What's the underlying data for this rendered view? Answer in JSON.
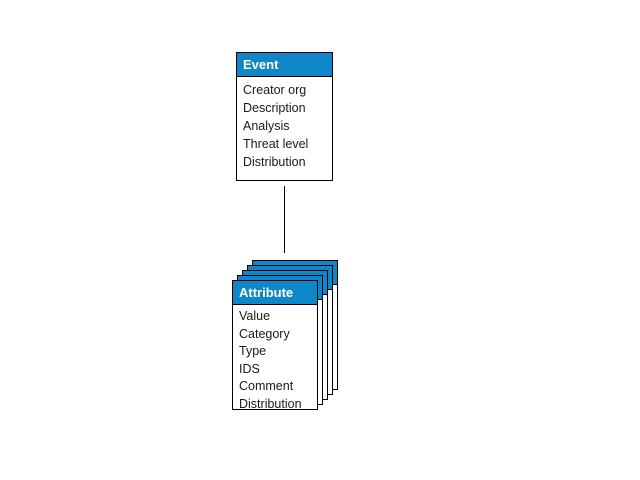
{
  "diagram": {
    "colors": {
      "accent": "#0e86c8",
      "border": "#000000",
      "background": "#ffffff",
      "header-text": "#ffffff",
      "body-text": "#1a1a1a"
    },
    "entities": {
      "event": {
        "title": "Event",
        "fields": [
          "Creator org",
          "Description",
          "Analysis",
          "Threat level",
          "Distribution"
        ]
      },
      "attribute": {
        "title": "Attribute",
        "fields": [
          "Value",
          "Category",
          "Type",
          "IDS",
          "Comment",
          "Distribution"
        ],
        "stack_count": 5
      }
    },
    "connector": {
      "from": "Event",
      "to": "Attribute",
      "style": "vertical-line"
    }
  }
}
